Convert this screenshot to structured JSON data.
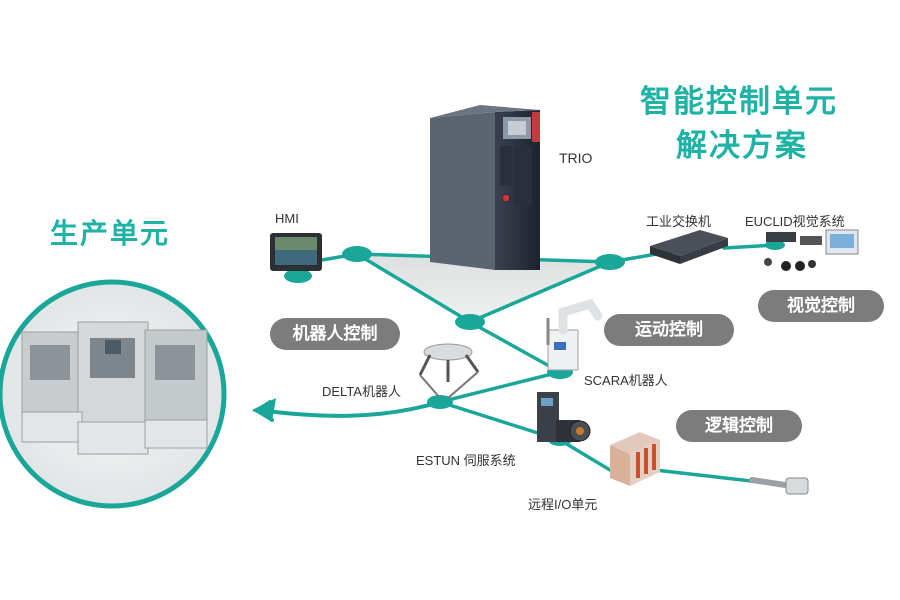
{
  "titles": {
    "solution_line1": "智能控制单元",
    "solution_line2": "解决方案",
    "production_unit": "生产单元"
  },
  "device_labels": {
    "trio": "TRIO",
    "hmi": "HMI",
    "switch": "工业交换机",
    "euclid": "EUCLID视觉系统",
    "delta": "DELTA机器人",
    "scara": "SCARA机器人",
    "estun": "ESTUN 伺服系统",
    "remote_io": "远程I/O单元"
  },
  "category_pills": {
    "robot_control": "机器人控制",
    "motion_control": "运动控制",
    "vision_control": "视觉控制",
    "logic_control": "逻辑控制"
  },
  "colors": {
    "accent": "#1fb3a5",
    "pill_gray": "#7c7c7c",
    "network_line": "#1aa79a"
  }
}
